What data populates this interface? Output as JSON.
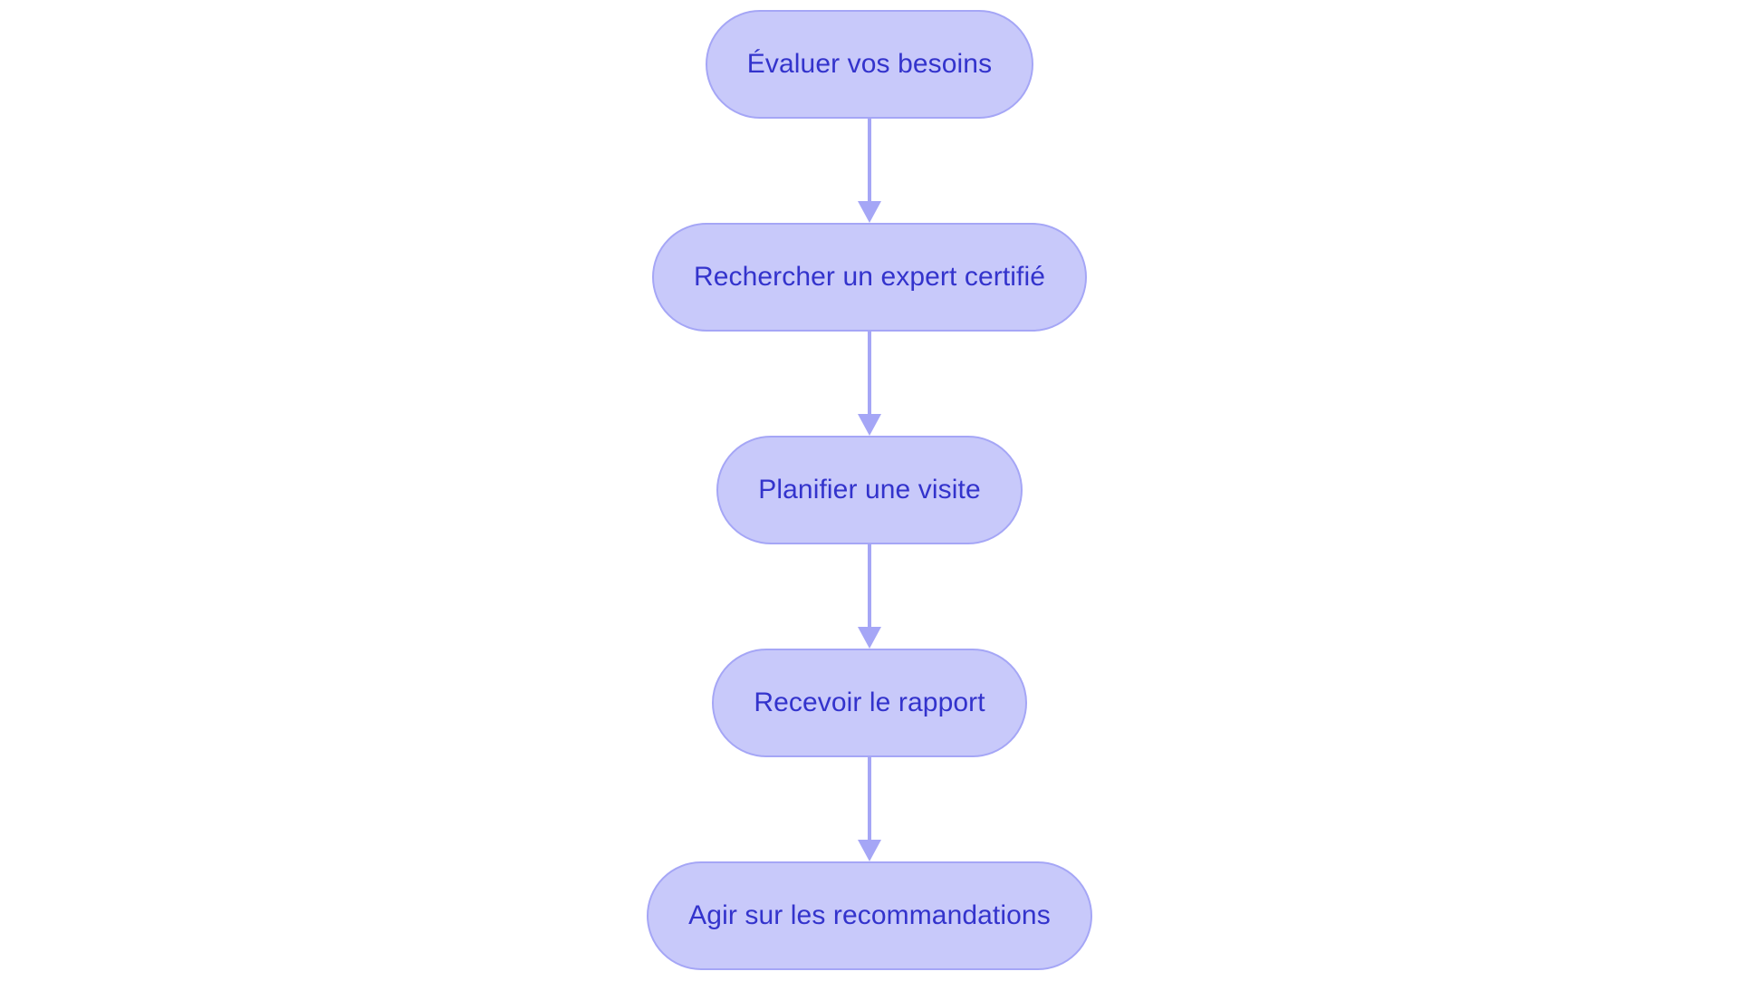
{
  "diagram": {
    "type": "flowchart",
    "orientation": "vertical-top-to-bottom",
    "background_color": "#ffffff",
    "node_fill_color": "#c8c9fa",
    "node_border_color": "#a5a6f6",
    "node_text_color": "#3333cc",
    "connector_color": "#a5a6f6",
    "node_shape": "stadium",
    "nodes": [
      {
        "id": "node-1",
        "label": "Évaluer vos besoins"
      },
      {
        "id": "node-2",
        "label": "Rechercher un expert certifié"
      },
      {
        "id": "node-3",
        "label": "Planifier une visite"
      },
      {
        "id": "node-4",
        "label": "Recevoir le rapport"
      },
      {
        "id": "node-5",
        "label": "Agir sur les recommandations"
      }
    ],
    "connectors": [
      {
        "id": "connector-1",
        "from": "node-1",
        "to": "node-2",
        "arrow": "down"
      },
      {
        "id": "connector-2",
        "from": "node-2",
        "to": "node-3",
        "arrow": "down"
      },
      {
        "id": "connector-3",
        "from": "node-3",
        "to": "node-4",
        "arrow": "down"
      },
      {
        "id": "connector-4",
        "from": "node-4",
        "to": "node-5",
        "arrow": "down"
      }
    ]
  }
}
